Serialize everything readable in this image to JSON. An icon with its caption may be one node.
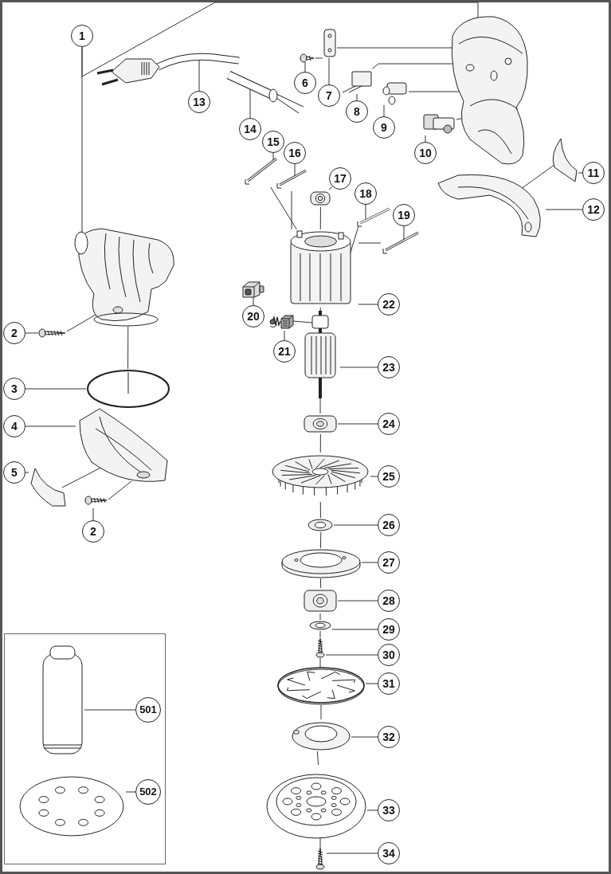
{
  "diagram": {
    "nodes": [
      {
        "text": [],
        "shape": "box"
      },
      {
        "text": [
          "1"
        ]
      },
      {
        "text": [
          "2"
        ]
      },
      {
        "text": [
          "3"
        ]
      },
      {
        "text": [
          "4"
        ]
      },
      {
        "text": [
          "5"
        ]
      },
      {
        "text": [
          "2"
        ]
      },
      {
        "text": [
          "6"
        ]
      },
      {
        "text": [
          "7"
        ]
      },
      {
        "text": [
          "8"
        ]
      },
      {
        "text": [
          "9"
        ]
      },
      {
        "text": [
          "10"
        ]
      },
      {
        "text": [
          "11"
        ]
      },
      {
        "text": [
          "12"
        ]
      },
      {
        "text": [
          "13"
        ]
      },
      {
        "text": [
          "14"
        ]
      },
      {
        "text": [
          "15"
        ]
      },
      {
        "text": [
          "16"
        ]
      },
      {
        "text": [
          "17"
        ]
      },
      {
        "text": [
          "18"
        ]
      },
      {
        "text": [
          "19"
        ]
      },
      {
        "text": [
          "20"
        ]
      },
      {
        "text": [
          "21"
        ]
      },
      {
        "text": [
          "22"
        ]
      },
      {
        "text": [
          "23"
        ]
      },
      {
        "text": [
          "24"
        ]
      },
      {
        "text": [
          "25"
        ]
      },
      {
        "text": [
          "26"
        ]
      },
      {
        "text": [
          "27"
        ]
      },
      {
        "text": [
          "28"
        ]
      },
      {
        "text": [
          "29"
        ]
      },
      {
        "text": [
          "30"
        ]
      },
      {
        "text": [
          "31"
        ]
      },
      {
        "text": [
          "32"
        ]
      },
      {
        "text": [
          "33"
        ]
      },
      {
        "text": [
          "34"
        ]
      },
      {
        "text": [
          "501"
        ],
        "in": 0
      },
      {
        "text": [
          "502"
        ],
        "in": 0
      },
      {
        "text": [],
        "shape": "picture"
      },
      {
        "text": [],
        "shape": "picture"
      },
      {
        "text": [],
        "shape": "picture"
      },
      {
        "text": [],
        "shape": "picture"
      },
      {
        "text": [],
        "shape": "picture"
      },
      {
        "text": [],
        "shape": "picture"
      },
      {
        "text": [],
        "shape": "picture"
      },
      {
        "text": [],
        "shape": "picture"
      },
      {
        "text": [],
        "shape": "picture"
      },
      {
        "text": [],
        "shape": "picture"
      },
      {
        "text": [],
        "shape": "picture"
      },
      {
        "text": [],
        "shape": "picture"
      },
      {
        "text": [],
        "shape": "picture"
      },
      {
        "text": [],
        "shape": "picture"
      },
      {
        "text": [],
        "shape": "picture"
      },
      {
        "text": [],
        "shape": "picture"
      },
      {
        "text": [],
        "shape": "picture"
      },
      {
        "text": [],
        "shape": "picture"
      },
      {
        "text": [],
        "shape": "picture"
      },
      {
        "text": [],
        "shape": "picture"
      },
      {
        "text": [],
        "shape": "picture"
      },
      {
        "text": [],
        "shape": "picture"
      },
      {
        "text": [],
        "shape": "picture"
      },
      {
        "text": [],
        "shape": "picture"
      },
      {
        "text": [],
        "shape": "picture"
      },
      {
        "text": [],
        "shape": "picture"
      },
      {
        "text": [],
        "shape": "picture"
      },
      {
        "text": [],
        "shape": "picture"
      },
      {
        "text": [],
        "shape": "picture"
      },
      {
        "text": [],
        "shape": "picture"
      },
      {
        "text": [],
        "shape": "picture"
      },
      {
        "text": [],
        "shape": "picture"
      },
      {
        "text": [],
        "shape": "picture"
      },
      {
        "text": [],
        "shape": "picture"
      },
      {
        "text": [],
        "shape": "picture"
      },
      {
        "text": [],
        "shape": "picture"
      },
      {
        "text": [],
        "shape": "picture",
        "in": 0
      },
      {
        "text": [],
        "shape": "picture",
        "in": 0
      }
    ],
    "edges": [
      {
        "from": 1,
        "to": 39,
        "arrow": "none"
      },
      {
        "from": 1,
        "to": 38,
        "arrow": "none"
      },
      {
        "from": 2,
        "to": 40,
        "arrow": "none"
      },
      {
        "from": 3,
        "to": 41,
        "arrow": "none"
      },
      {
        "from": 4,
        "to": 42,
        "arrow": "none"
      },
      {
        "from": 5,
        "to": 43,
        "arrow": "none"
      },
      {
        "from": 6,
        "to": 44,
        "arrow": "none"
      },
      {
        "from": 7,
        "to": 45,
        "arrow": "none"
      },
      {
        "from": 8,
        "to": 46,
        "arrow": "none"
      },
      {
        "from": 9,
        "to": 47,
        "arrow": "none"
      },
      {
        "from": 10,
        "to": 48,
        "arrow": "none"
      },
      {
        "from": 11,
        "to": 49,
        "arrow": "none"
      },
      {
        "from": 12,
        "to": 50,
        "arrow": "none"
      },
      {
        "from": 13,
        "to": 51,
        "arrow": "none"
      },
      {
        "from": 14,
        "to": 52,
        "arrow": "none"
      },
      {
        "from": 15,
        "to": 53,
        "arrow": "none"
      },
      {
        "from": 16,
        "to": 54,
        "arrow": "none"
      },
      {
        "from": 17,
        "to": 55,
        "arrow": "none"
      },
      {
        "from": 18,
        "to": 56,
        "arrow": "none"
      },
      {
        "from": 19,
        "to": 57,
        "arrow": "none"
      },
      {
        "from": 20,
        "to": 58,
        "arrow": "none"
      },
      {
        "from": 21,
        "to": 60,
        "arrow": "none"
      },
      {
        "from": 22,
        "to": 61,
        "arrow": "none"
      },
      {
        "from": 23,
        "to": 59,
        "arrow": "none"
      },
      {
        "from": 24,
        "to": 62,
        "arrow": "none"
      },
      {
        "from": 25,
        "to": 63,
        "arrow": "none"
      },
      {
        "from": 26,
        "to": 64,
        "arrow": "none"
      },
      {
        "from": 27,
        "to": 65,
        "arrow": "none"
      },
      {
        "from": 28,
        "to": 66,
        "arrow": "none"
      },
      {
        "from": 29,
        "to": 67,
        "arrow": "none"
      },
      {
        "from": 30,
        "to": 68,
        "arrow": "none"
      },
      {
        "from": 31,
        "to": 69,
        "arrow": "none"
      },
      {
        "from": 32,
        "to": 70,
        "arrow": "none"
      },
      {
        "from": 33,
        "to": 71,
        "arrow": "none"
      },
      {
        "from": 34,
        "to": 72,
        "arrow": "none"
      },
      {
        "from": 35,
        "to": 73,
        "arrow": "none"
      },
      {
        "from": 36,
        "to": 74,
        "arrow": "none"
      },
      {
        "from": 37,
        "to": 75,
        "arrow": "none"
      },
      {
        "from": 40,
        "to": 39,
        "arrow": "none"
      },
      {
        "from": 39,
        "to": 41,
        "arrow": "none"
      },
      {
        "from": 43,
        "to": 42,
        "arrow": "none"
      },
      {
        "from": 44,
        "to": 42,
        "arrow": "none"
      },
      {
        "from": 45,
        "to": 46,
        "arrow": "none"
      },
      {
        "from": 46,
        "to": 38,
        "arrow": "none"
      },
      {
        "from": 47,
        "to": 38,
        "arrow": "none"
      },
      {
        "from": 48,
        "to": 38,
        "arrow": "none"
      },
      {
        "from": 49,
        "to": 38,
        "arrow": "none"
      },
      {
        "from": 50,
        "to": 51,
        "arrow": "none"
      },
      {
        "from": 54,
        "to": 59,
        "arrow": "none"
      },
      {
        "from": 55,
        "to": 59,
        "arrow": "none"
      },
      {
        "from": 57,
        "to": 59,
        "arrow": "none"
      },
      {
        "from": 58,
        "to": 59,
        "arrow": "none"
      },
      {
        "from": 56,
        "to": 59,
        "arrow": "none"
      },
      {
        "from": 61,
        "to": 62,
        "arrow": "none"
      },
      {
        "from": 59,
        "to": 62,
        "arrow": "none"
      },
      {
        "from": 62,
        "to": 63,
        "arrow": "none"
      },
      {
        "from": 63,
        "to": 64,
        "arrow": "none"
      },
      {
        "from": 64,
        "to": 65,
        "arrow": "none"
      },
      {
        "from": 65,
        "to": 66,
        "arrow": "none"
      },
      {
        "from": 66,
        "to": 67,
        "arrow": "none"
      },
      {
        "from": 67,
        "to": 68,
        "arrow": "none"
      },
      {
        "from": 68,
        "to": 69,
        "arrow": "none"
      },
      {
        "from": 69,
        "to": 70,
        "arrow": "none"
      },
      {
        "from": 70,
        "to": 71,
        "arrow": "none"
      },
      {
        "from": 71,
        "to": 72,
        "arrow": "none"
      },
      {
        "from": 72,
        "to": 73,
        "arrow": "none"
      }
    ]
  }
}
